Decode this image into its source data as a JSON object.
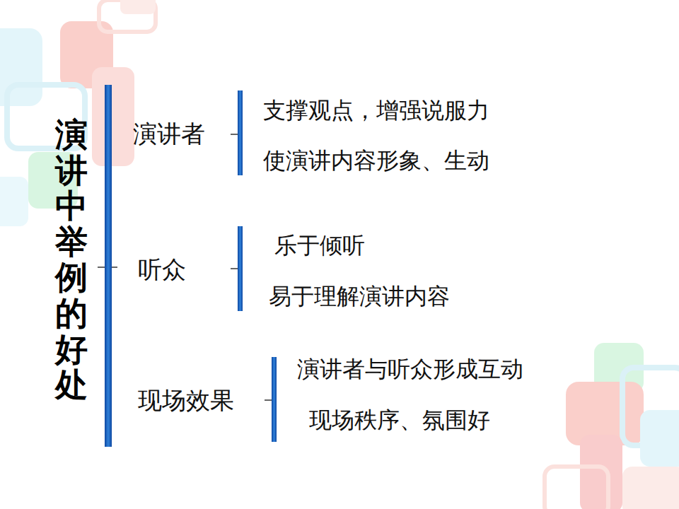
{
  "diagram": {
    "title": "演讲中举例的好处",
    "labels": [
      "演讲者",
      "支撑观点，增强说服力",
      "使演讲内容形象、生动",
      "听众",
      "乐于倾听",
      "易于理解演讲内容",
      "现场效果",
      "演讲者与听众形成互动",
      "现场秩序、氛围好"
    ]
  }
}
